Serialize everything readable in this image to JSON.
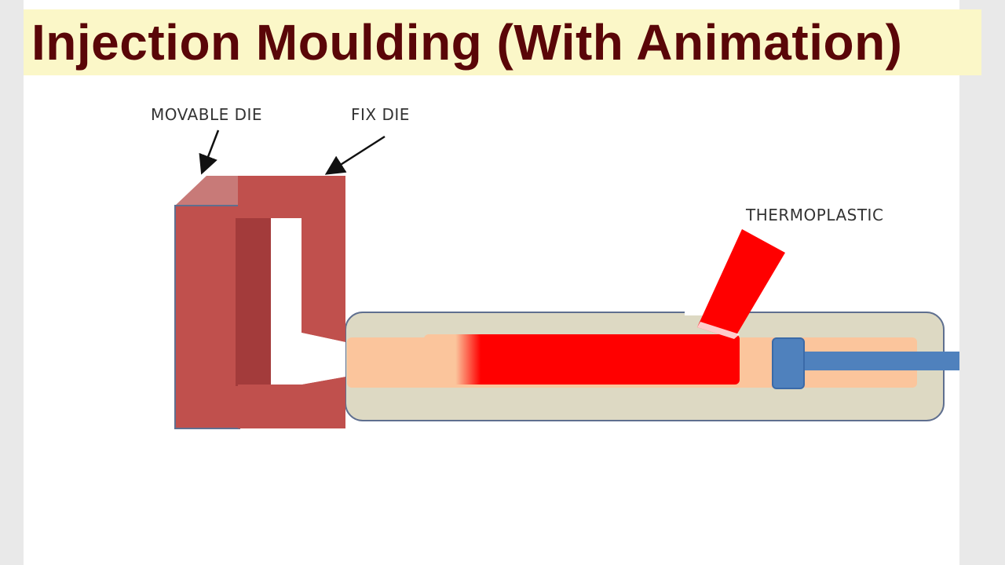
{
  "title": "Injection Moulding (With Animation)",
  "labels": {
    "movable_die": "MOVABLE DIE",
    "fix_die": "FIX DIE",
    "thermoplastic": "THERMOPLASTIC"
  },
  "colors": {
    "title_text": "#5a0608",
    "title_background": "#fbf7c8",
    "die": "#c0504d",
    "die_dark": "#a33b3b",
    "barrel": "#ddd9c3",
    "preheated_plastic": "#fbc59c",
    "molten_plastic": "#ff0000",
    "plunger": "#4f81bd"
  }
}
